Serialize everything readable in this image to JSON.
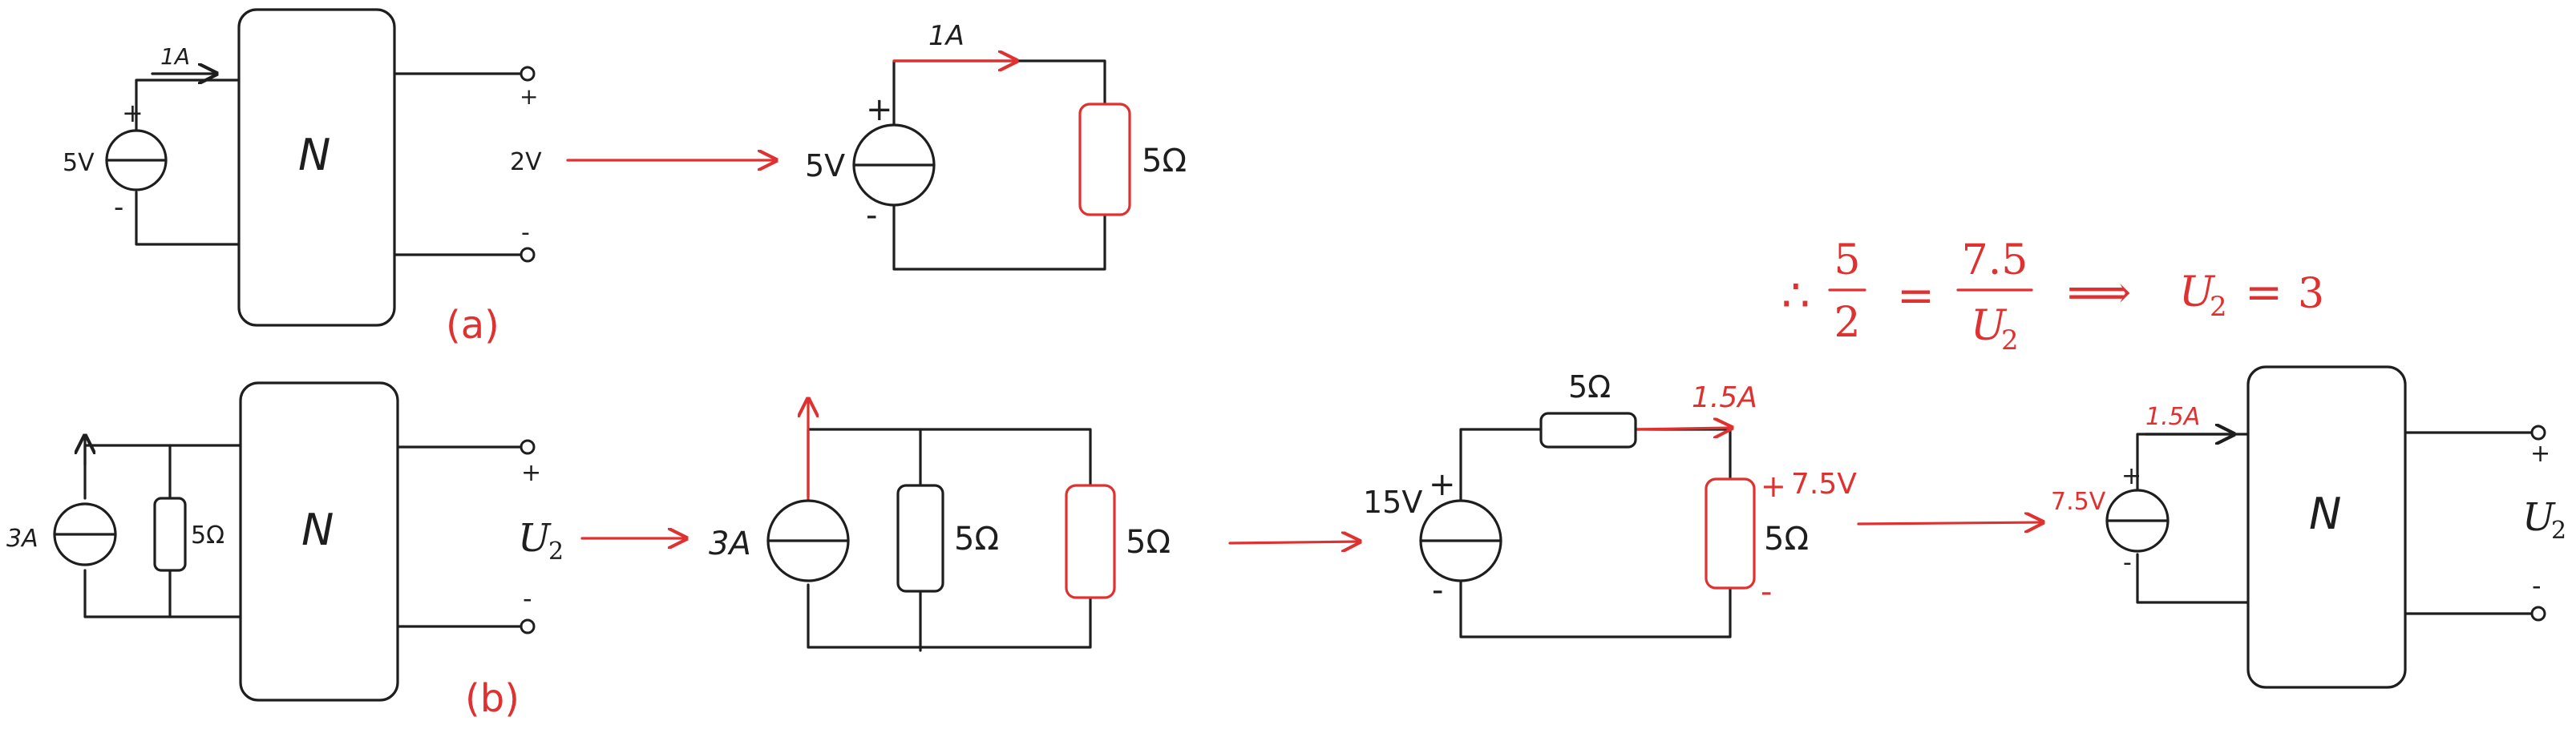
{
  "colors": {
    "ink": "#1e1e1e",
    "accent": "#e03131",
    "background": "#ffffff"
  },
  "labels": {
    "a": "(a)",
    "b": "(b)",
    "network": "N",
    "plus": "+",
    "minus": "-",
    "a_source": "5V",
    "a_current": "1A",
    "a_output": "2V",
    "a_eq_source": "5V",
    "a_eq_current": "1A",
    "a_eq_resistor": "5Ω",
    "b_current_source": "3A",
    "b_resistor": "5Ω",
    "b_output": "U",
    "b_output_sub": "2",
    "b_eq_current_source": "3A",
    "b_eq_resistor1": "5Ω",
    "b_eq_resistor2": "5Ω",
    "c_source": "15V",
    "c_series_resistor": "5Ω",
    "c_current": "1.5A",
    "c_load_voltage": "7.5V",
    "c_load_resistor": "5Ω",
    "d_source": "7.5V",
    "d_current": "1.5A",
    "d_output": "U",
    "d_output_sub": "2"
  },
  "equation": {
    "therefore": "∴",
    "frac1_num": "5",
    "frac1_den": "2",
    "equals": "=",
    "frac2_num": "7.5",
    "frac2_den_var": "U",
    "frac2_den_sub": "2",
    "implies": "⟹",
    "result_var": "U",
    "result_sub": "2",
    "result_equals": "=",
    "result_value": "3"
  }
}
